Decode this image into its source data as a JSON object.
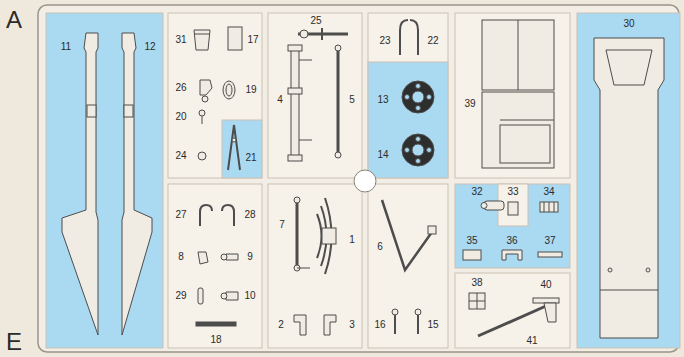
{
  "diagram": {
    "labels": [
      "A",
      "E",
      "11",
      "12",
      "31",
      "17",
      "26",
      "19",
      "20",
      "21",
      "24",
      "25",
      "4",
      "5",
      "23",
      "22",
      "13",
      "14",
      "39",
      "30",
      "27",
      "28",
      "8",
      "9",
      "29",
      "10",
      "18",
      "7",
      "1",
      "2",
      "3",
      "6",
      "16",
      "15",
      "32",
      "33",
      "34",
      "35",
      "36",
      "37",
      "38",
      "40",
      "41"
    ]
  }
}
